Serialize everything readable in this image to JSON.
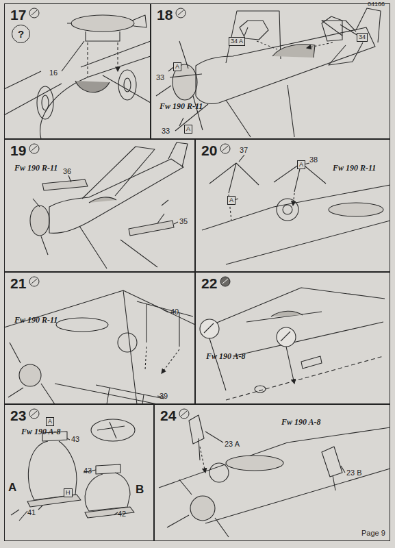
{
  "diagram": {
    "nodes": [
      {
        "text": [
          "17"
        ]
      },
      {
        "text": [
          "?"
        ],
        "in": 0
      },
      {
        "text": [
          "18",
          "Fw 190 R-11"
        ]
      },
      {
        "text": [
          "34 A"
        ],
        "in": 2
      },
      {
        "text": [
          "34"
        ],
        "in": 2
      },
      {
        "text": [
          "A"
        ],
        "in": 2
      },
      {
        "text": [
          "A"
        ],
        "in": 2
      },
      {
        "text": [
          "19",
          "Fw 190 R-11"
        ]
      },
      {
        "text": [
          "20",
          "Fw 190 R-11"
        ]
      },
      {
        "text": [
          "A"
        ],
        "in": 8
      },
      {
        "text": [
          "A"
        ],
        "in": 8
      },
      {
        "text": [
          "21",
          "Fw 190 R-11"
        ]
      },
      {
        "text": [
          "22",
          "Fw 190 A-8"
        ]
      },
      {
        "text": [
          "23",
          "Fw 190 A-8"
        ]
      },
      {
        "text": [
          "A"
        ],
        "in": 13
      },
      {
        "text": [
          "H"
        ],
        "in": 13
      },
      {
        "text": [
          "24",
          "Fw 190 A-8"
        ]
      }
    ],
    "labels": [
      "04166",
      "16",
      "33",
      "33",
      "36",
      "35",
      "37",
      "38",
      "40",
      "39",
      "43",
      "A",
      "41",
      "43",
      "B",
      "42",
      "23 A",
      "23 B",
      "Page 9"
    ]
  }
}
